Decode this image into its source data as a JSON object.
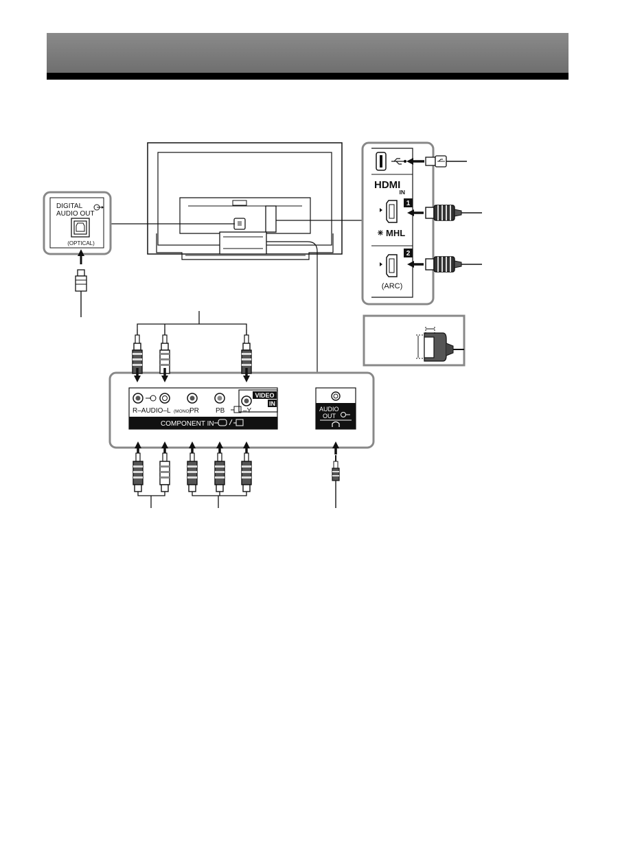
{
  "header": {
    "title": ""
  },
  "optical_panel": {
    "line1": "DIGITAL",
    "line2": "AUDIO OUT",
    "sub": "(OPTICAL)"
  },
  "side_panel": {
    "hdmi_logo": "HDMI",
    "hdmi_in": "IN",
    "port1_number": "1",
    "port2_number": "2",
    "mhl_label": "MHL",
    "arc_label": "(ARC)"
  },
  "bottom_panel": {
    "video_label_1": "VIDEO",
    "video_label_2": "IN",
    "audio_row": "R–AUDIO–L",
    "mono": "(MONO)",
    "pr": "PR",
    "pb": "PB",
    "y": "–Y",
    "component_label": "COMPONENT IN"
  },
  "audio_out_panel": {
    "line1": "AUDIO",
    "line2": "OUT"
  },
  "icons": [
    "usb-icon",
    "headphone-icon",
    "output-arrow-icon",
    "input-arrow-icon"
  ]
}
